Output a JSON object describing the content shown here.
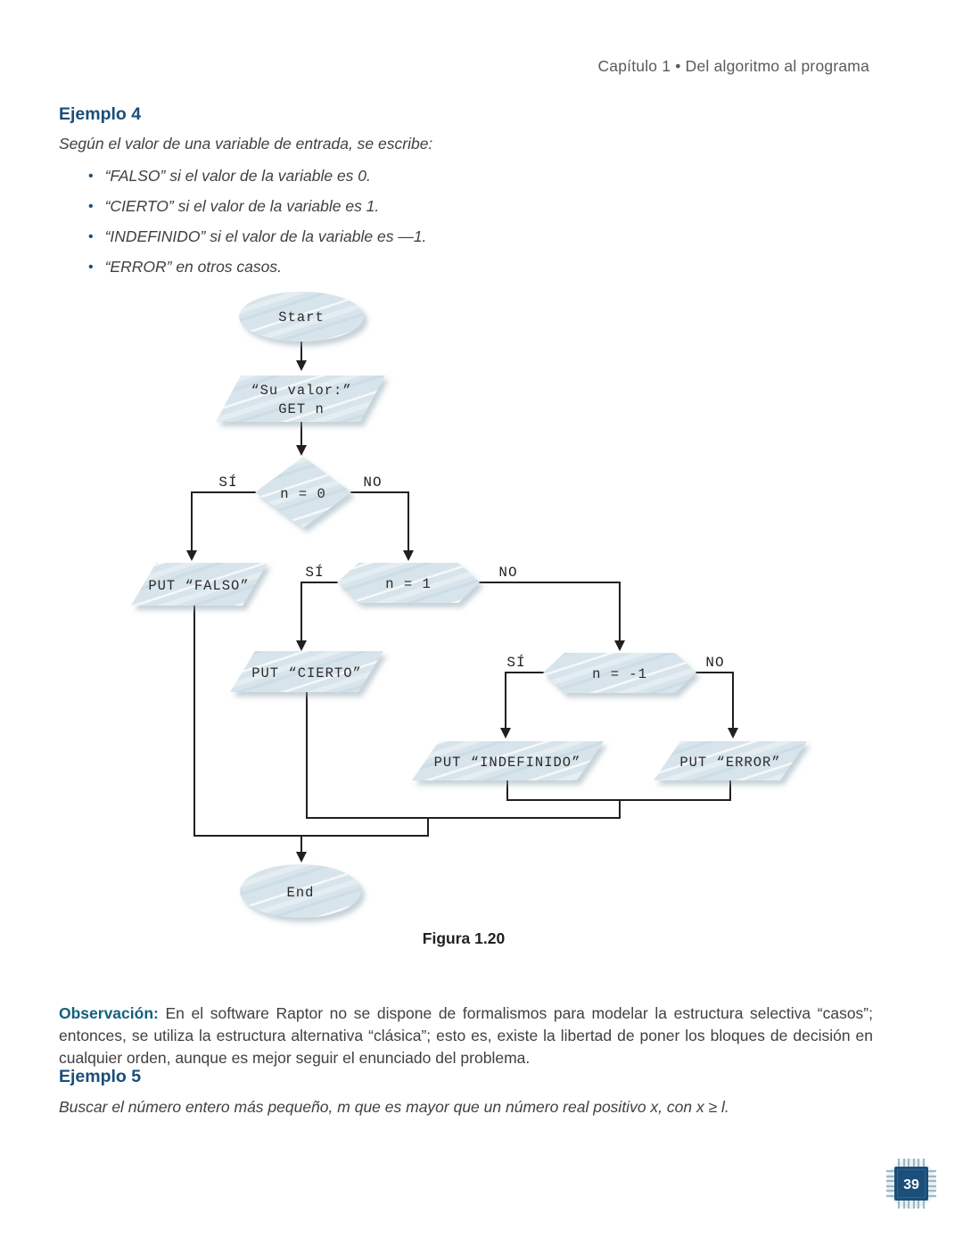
{
  "page": {
    "header": "Capítulo 1 • Del algoritmo al programa",
    "page_number": "39"
  },
  "example4": {
    "title": "Ejemplo 4",
    "intro": "Según el valor de una variable de entrada, se escribe:",
    "bullet_glyph": "•",
    "bullets": [
      "“FALSO” si el valor de la variable es 0.",
      "“CIERTO” si el valor de la variable es 1.",
      "“INDEFINIDO” si el valor de la variable es —1.",
      "“ERROR” en otros casos."
    ]
  },
  "flowchart": {
    "start": "Start",
    "input_line1": "“Su valor:”",
    "input_line2": "GET n",
    "decision1": "n = 0",
    "decision2": "n = 1",
    "decision3": "n = -1",
    "yes_label": "SÍ",
    "no_label": "NO",
    "put_falso": "PUT “FALSO”",
    "put_cierto": "PUT “CIERTO”",
    "put_indefinido": "PUT “INDEFINIDO”",
    "put_error": "PUT “ERROR”",
    "end": "End"
  },
  "figure_caption": "Figura 1.20",
  "observation": {
    "label": "Observación:",
    "text": " En el software Raptor no se dispone de formalismos para modelar la estructura selectiva “casos”; entonces, se utiliza la estructura alternativa “clásica”; esto es, existe la libertad de poner los bloques de decisión en cualquier orden, aunque es mejor seguir el enunciado del problema."
  },
  "example5": {
    "title": "Ejemplo 5",
    "text": "Buscar el número entero más pequeño, m que es mayor que un número real positivo x, con x ≥ l."
  },
  "colors": {
    "heading_blue": "#1b4e79",
    "observation_label": "#15607c",
    "body_text": "#414042",
    "header_gray": "#595a5c",
    "shape_fill": "#d8e4eb",
    "flow_line": "#231f20",
    "chip_blue": "#1b4e79"
  }
}
